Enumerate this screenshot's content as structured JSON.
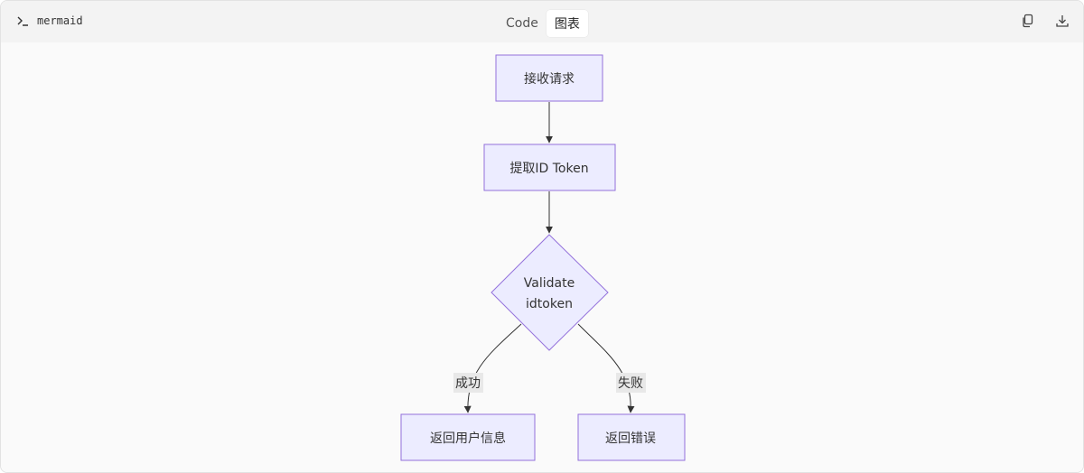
{
  "toolbar": {
    "language": "mermaid",
    "tabs": [
      {
        "label": "Code",
        "active": false
      },
      {
        "label": "图表",
        "active": true
      }
    ],
    "copy_icon": "copy-icon",
    "download_icon": "download-icon"
  },
  "diagram": {
    "type": "flowchart",
    "direction": "TD",
    "nodes": {
      "receive": {
        "label": "接收请求",
        "shape": "rect"
      },
      "extract": {
        "label": "提取ID Token",
        "shape": "rect"
      },
      "validate": {
        "label_line1": "Validate",
        "label_line2": "idtoken",
        "shape": "diamond"
      },
      "success": {
        "label": "返回用户信息",
        "shape": "rect"
      },
      "error": {
        "label": "返回错误",
        "shape": "rect"
      }
    },
    "edges": [
      {
        "from": "receive",
        "to": "extract",
        "label": ""
      },
      {
        "from": "extract",
        "to": "validate",
        "label": ""
      },
      {
        "from": "validate",
        "to": "success",
        "label": "成功"
      },
      {
        "from": "validate",
        "to": "error",
        "label": "失败"
      }
    ],
    "colors": {
      "node_fill": "#ececff",
      "node_stroke": "#9370db",
      "edge": "#333333",
      "edge_label_bg": "#e8e8e8"
    }
  }
}
